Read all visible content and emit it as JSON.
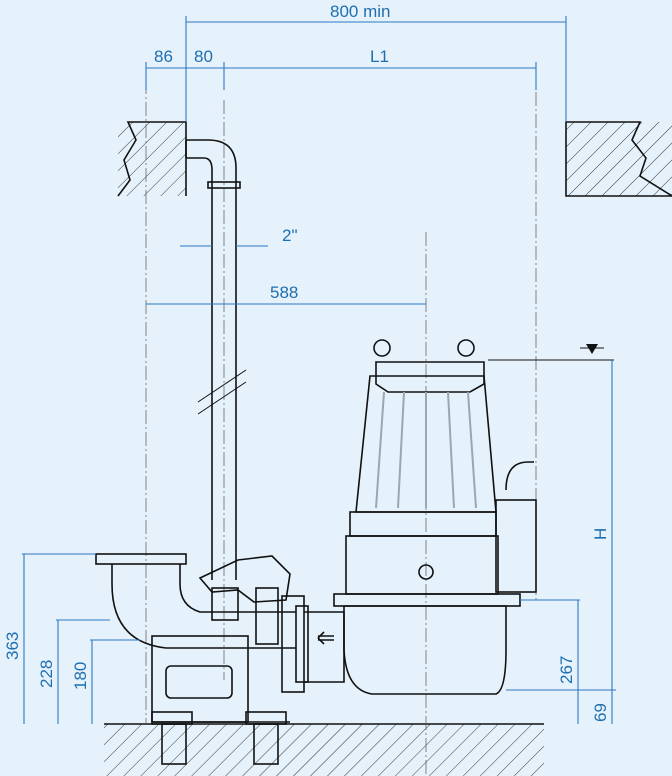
{
  "drawing": {
    "dimensions": {
      "overall_width": "800 min",
      "wall_offset": "86",
      "pipe_offset": "80",
      "pump_distance": "L1",
      "pipe_size": "2\"",
      "center_distance": "588",
      "water_level": "H",
      "height_outlet": "363",
      "height_flange": "228",
      "height_base": "180",
      "height_pump": "267",
      "height_min": "69"
    },
    "colors": {
      "background": "#e6f2fb",
      "dimension": "#1e6fb1",
      "line": "#111111",
      "pump_fill": "#cfd8df"
    }
  }
}
